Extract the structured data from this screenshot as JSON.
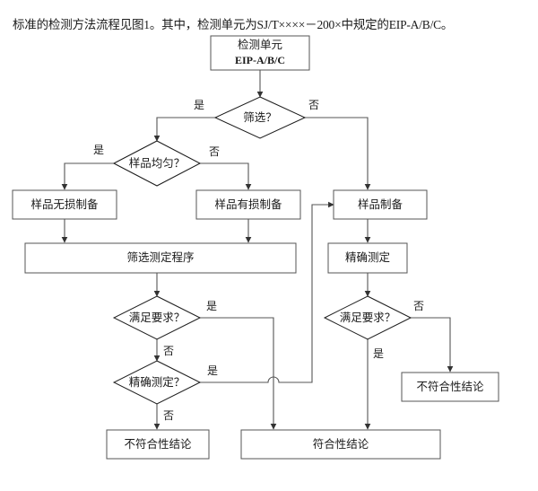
{
  "page": {
    "intro_text": "标准的检测方法流程见图1。其中，检测单元为SJ/T××××－200×中规定的EIP-A/B/C。",
    "colors": {
      "background": "#ffffff",
      "box_stroke": "#555555",
      "diamond_stroke": "#1a1a1a",
      "connector": "#555555",
      "text": "#1a1a1a"
    }
  },
  "flowchart": {
    "type": "flowchart",
    "nodes": {
      "start_unit": {
        "line1": "检测单元",
        "line2": "EIP-A/B/C",
        "shape": "process"
      },
      "d_screening": {
        "label": "筛选？",
        "shape": "decision"
      },
      "d_uniform": {
        "label": "样品均匀？",
        "shape": "decision"
      },
      "prep_nondestructive": {
        "label": "样品无损制备",
        "shape": "process"
      },
      "prep_destructive": {
        "label": "样品有损制备",
        "shape": "process"
      },
      "prep_sample": {
        "label": "样品制备",
        "shape": "process"
      },
      "screen_procedure": {
        "label": "筛选测定程序",
        "shape": "process"
      },
      "precise_measure": {
        "label": "精确测定",
        "shape": "process"
      },
      "d_meets_left": {
        "label": "满足要求？",
        "shape": "decision"
      },
      "d_meets_right": {
        "label": "满足要求？",
        "shape": "decision"
      },
      "d_precise": {
        "label": "精确测定？",
        "shape": "decision"
      },
      "nonconform_left": {
        "label": "不符合性结论",
        "shape": "process"
      },
      "nonconform_right": {
        "label": "不符合性结论",
        "shape": "process"
      },
      "conform": {
        "label": "符合性结论",
        "shape": "process"
      }
    },
    "edge_labels": {
      "screening_yes": "是",
      "screening_no": "否",
      "uniform_yes": "是",
      "uniform_no": "否",
      "meets_left_yes": "是",
      "meets_left_no": "否",
      "meets_right_no": "否",
      "meets_right_yes": "是",
      "precise_yes": "是",
      "precise_no": "否"
    }
  }
}
